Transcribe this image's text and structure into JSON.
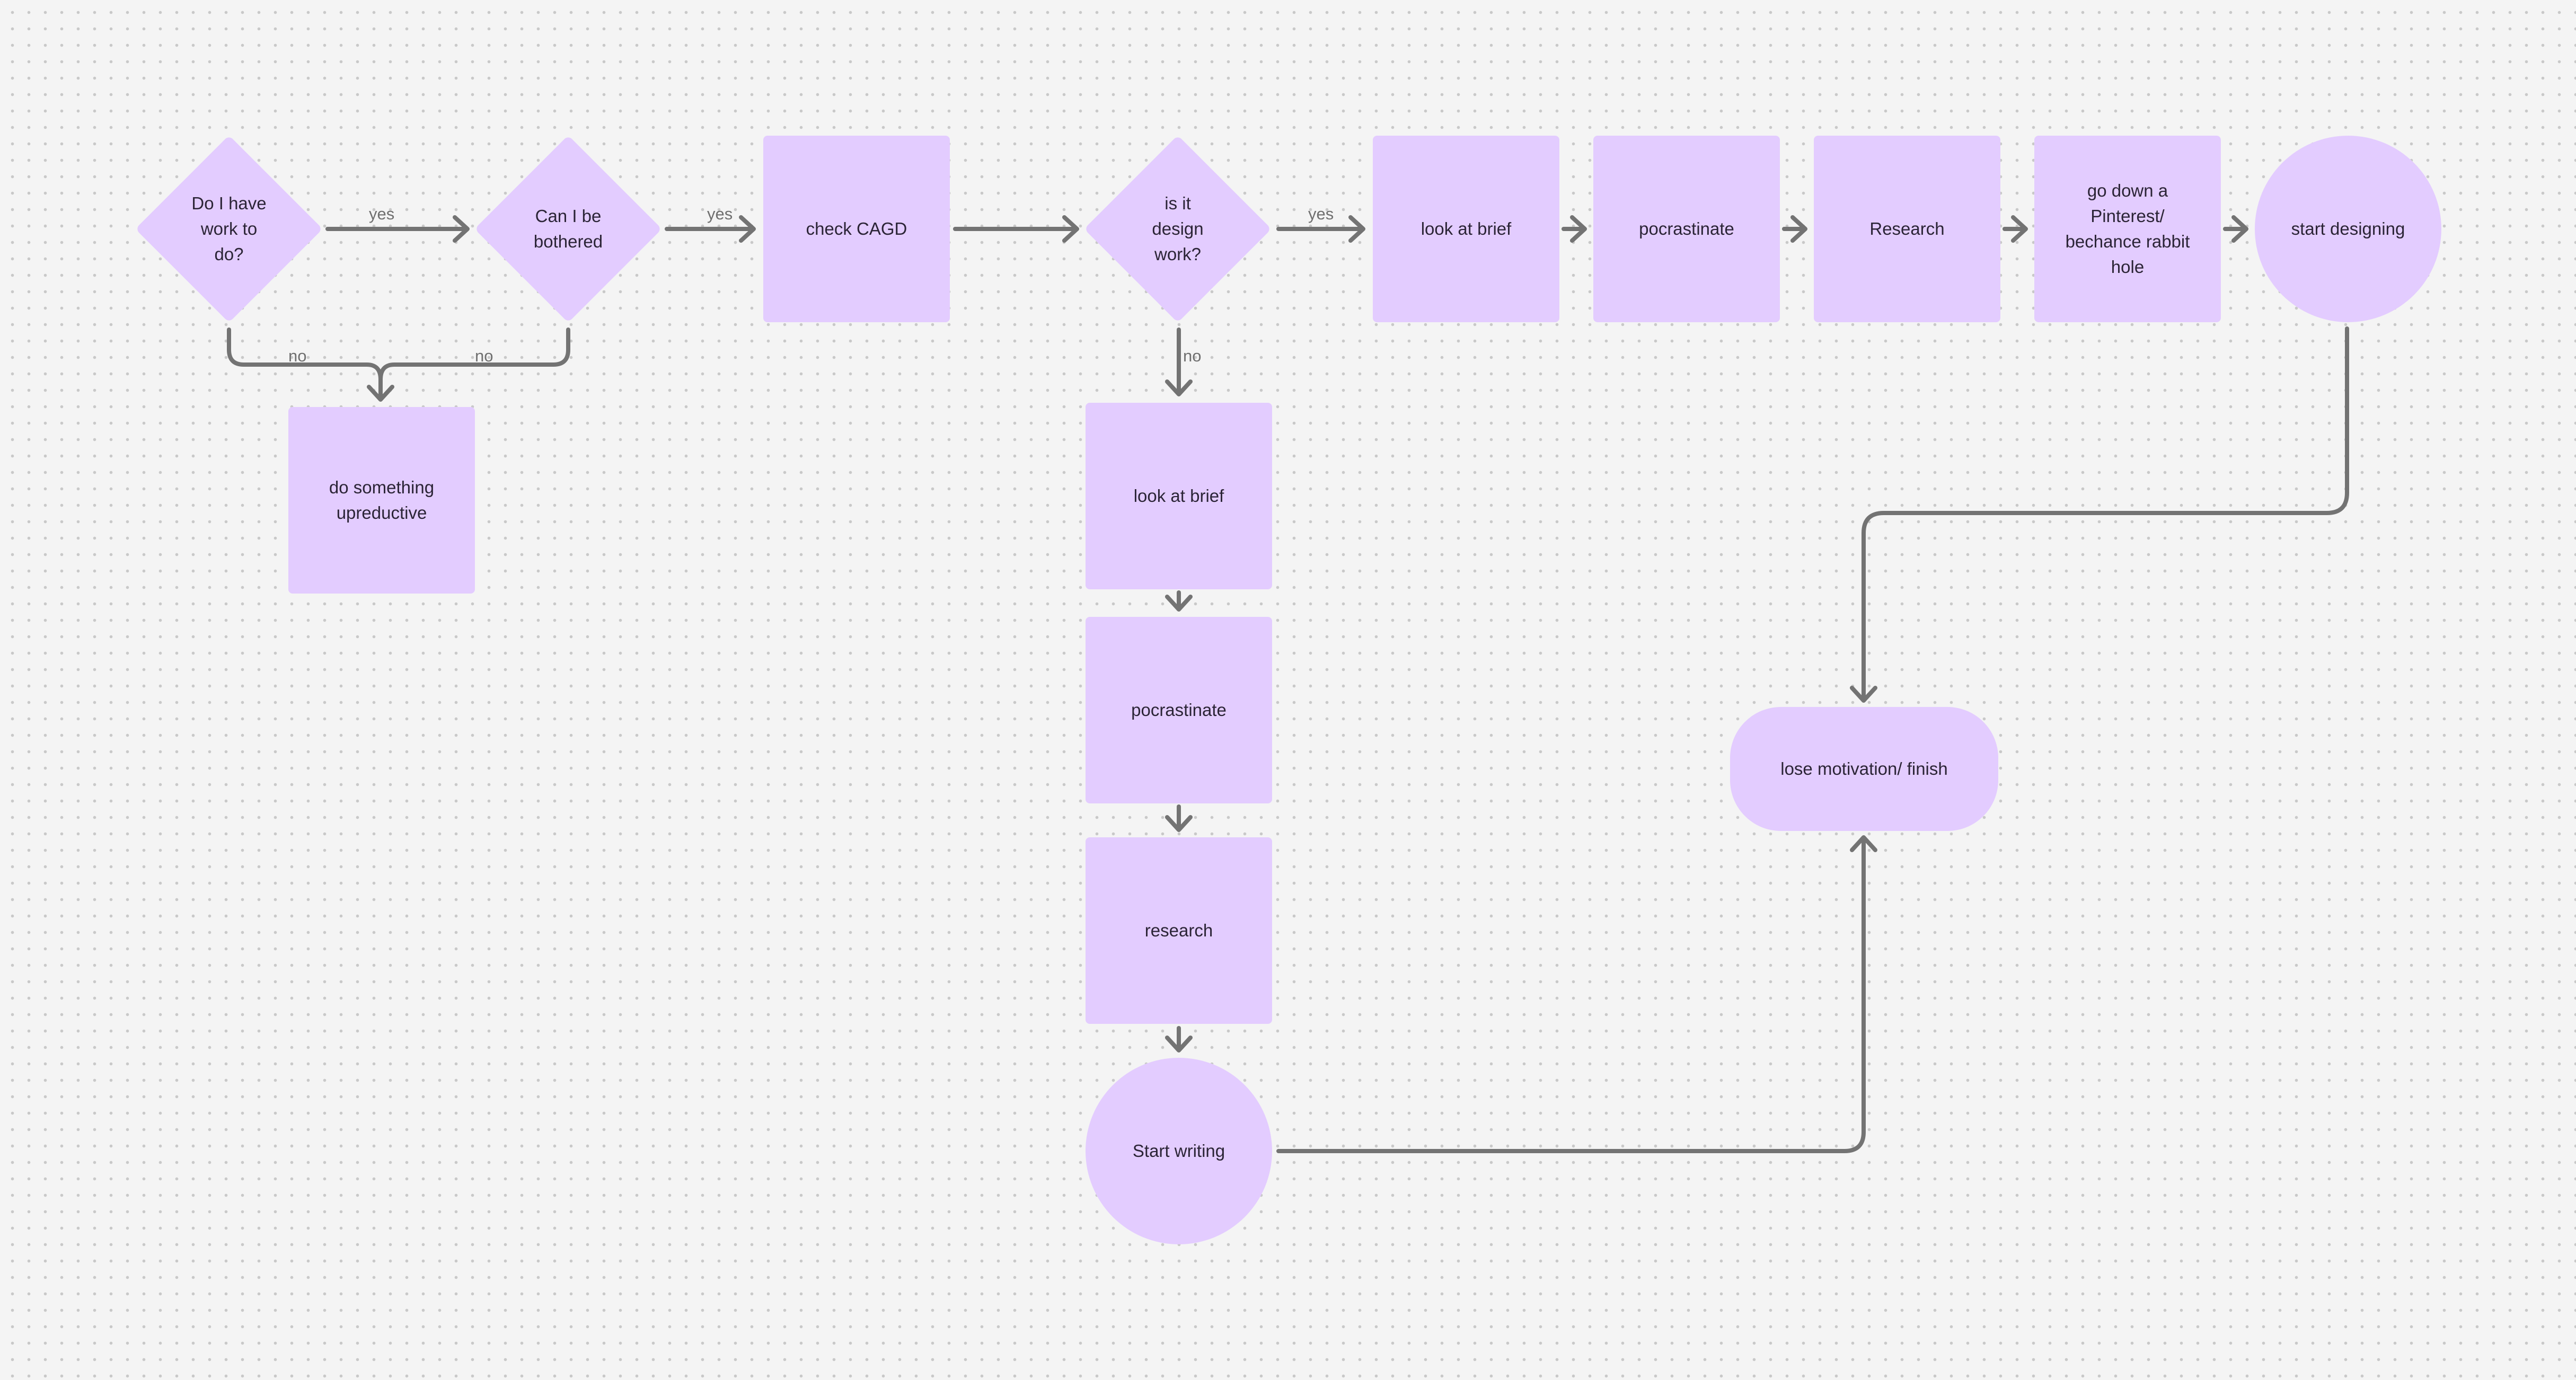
{
  "nodes": {
    "q_work": "Do I have\nwork to\ndo?",
    "q_bothered": "Can I be\nbothered",
    "check_cagd": "check CAGD",
    "q_design": "is it\ndesign\nwork?",
    "look_brief_top": "look at brief",
    "procrastinate_top": "pocrastinate",
    "research_top": "Research",
    "pinterest": "go down a\nPinterest/\nbechance rabbit\nhole",
    "start_designing": "start designing",
    "do_unproductive": "do something\nupreductive",
    "look_brief_down": "look at brief",
    "procrastinate_down": "pocrastinate",
    "research_down": "research",
    "start_writing": "Start writing",
    "lose_motivation": "lose motivation/ finish"
  },
  "edge_labels": {
    "yes_1": "yes",
    "yes_2": "yes",
    "yes_3": "yes",
    "no_1": "no",
    "no_2": "no",
    "no_3": "no"
  },
  "colors": {
    "node_fill": "#e3ccff",
    "connector": "#737373",
    "canvas": "#f4f4f4"
  }
}
